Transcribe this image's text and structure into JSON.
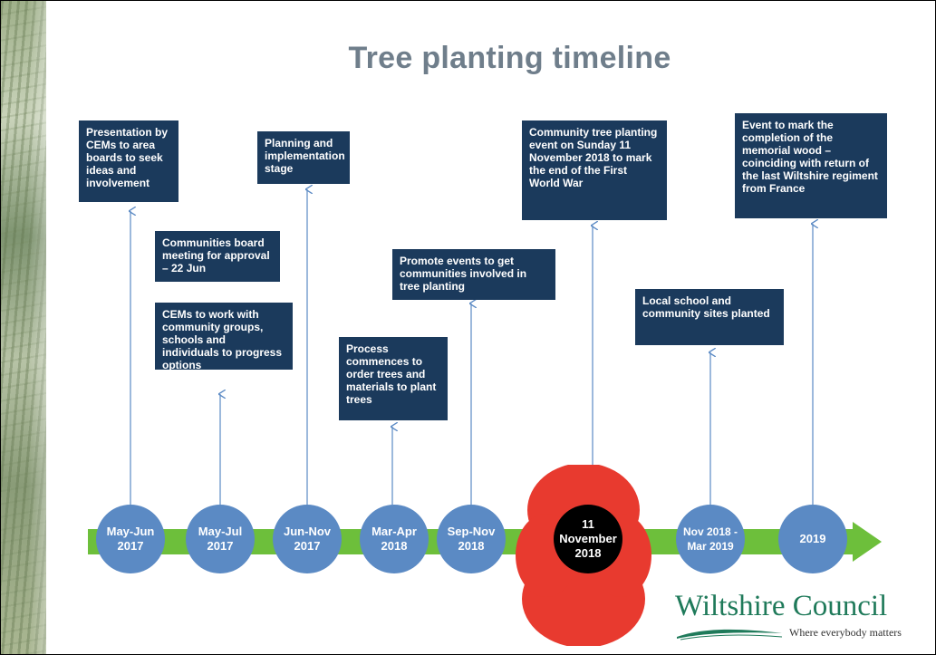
{
  "slide": {
    "title": "Tree planting timeline"
  },
  "colors": {
    "box_fill": "#1b3a5c",
    "node_fill": "#5b8ac4",
    "band_fill": "#6dbf3b",
    "poppy_fill": "#e83a2f",
    "arrow_stroke": "#5b8ac4"
  },
  "events": [
    {
      "id": "e1",
      "text": "Presentation by CEMs to area boards to seek ideas and involvement"
    },
    {
      "id": "e2",
      "text": "Communities board meeting for approval – 22 Jun"
    },
    {
      "id": "e3",
      "text": "CEMs to work with community groups, schools and individuals to progress options"
    },
    {
      "id": "e4",
      "text": "Planning and implementation stage"
    },
    {
      "id": "e5",
      "text": "Process commences to order trees  and materials to plant trees"
    },
    {
      "id": "e6",
      "text": "Promote events to get communities involved in tree planting"
    },
    {
      "id": "e7",
      "text": "Community  tree planting event on Sunday 11 November 2018 to mark the end of the First World War"
    },
    {
      "id": "e8",
      "text": "Local school and community sites planted"
    },
    {
      "id": "e9",
      "text": "Event to mark the completion of the memorial wood – coinciding with return of the last Wiltshire regiment from France"
    }
  ],
  "milestones": [
    {
      "label": "May-Jun\n2017"
    },
    {
      "label": "May-Jul\n2017"
    },
    {
      "label": "Jun-Nov\n2017"
    },
    {
      "label": "Mar-Apr\n2018"
    },
    {
      "label": "Sep-Nov\n2018"
    },
    {
      "label": "11\nNovember\n2018"
    },
    {
      "label": "Nov 2018 -\nMar 2019"
    },
    {
      "label": "2019"
    }
  ],
  "logo": {
    "name": "Wiltshire Council",
    "tagline": "Where everybody matters"
  }
}
